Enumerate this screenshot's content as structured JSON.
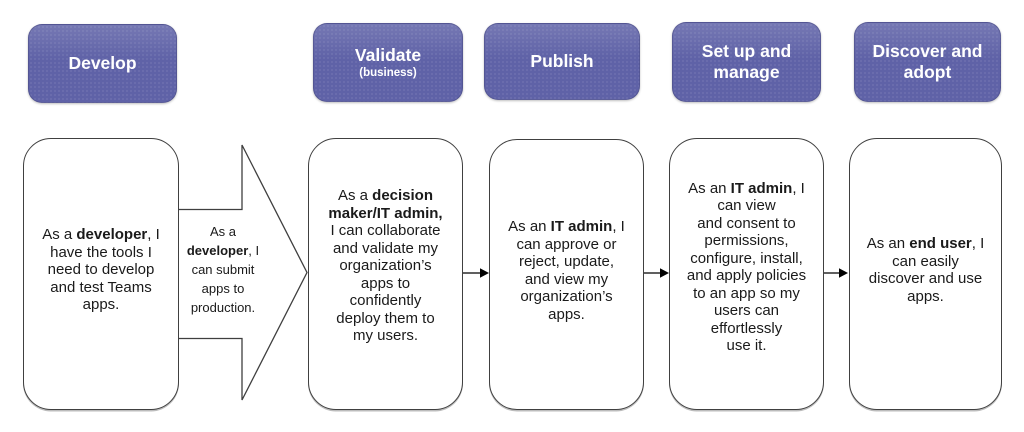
{
  "colors": {
    "stage_purple": "#5f62a7",
    "card_border": "#404040",
    "arrow_stroke": "#3f3f3f",
    "text": "#1a1a1a",
    "header_text": "#ffffff"
  },
  "stages": [
    {
      "header": "Develop",
      "subheader": "",
      "body": [
        {
          "text": "As a ",
          "bold": false
        },
        {
          "text": "developer",
          "bold": true
        },
        {
          "text": ", I\nhave the tools I\nneed to develop\nand test Teams\napps.",
          "bold": false
        }
      ]
    },
    {
      "header": "Validate",
      "subheader": "(business)",
      "body": [
        {
          "text": "As a ",
          "bold": false
        },
        {
          "text": "decision\nmaker/IT admin,",
          "bold": true
        },
        {
          "text": "\nI can collaborate\nand validate my\norganization’s\napps to\nconfidently\ndeploy them to\nmy users.",
          "bold": false
        }
      ]
    },
    {
      "header": "Publish",
      "subheader": "",
      "body": [
        {
          "text": "As an ",
          "bold": false
        },
        {
          "text": "IT admin",
          "bold": true
        },
        {
          "text": ", I\ncan approve or\nreject, update,\nand view my\norganization’s\napps.",
          "bold": false
        }
      ]
    },
    {
      "header": "Set up and manage",
      "subheader": "",
      "body": [
        {
          "text": "As an ",
          "bold": false
        },
        {
          "text": "IT admin",
          "bold": true
        },
        {
          "text": ", I\ncan view\nand consent to\npermissions,\nconfigure, install,\nand apply policies\nto an app so my\nusers can\neffortlessly\nuse it.",
          "bold": false
        }
      ]
    },
    {
      "header": "Discover and adopt",
      "subheader": "",
      "body": [
        {
          "text": "As an ",
          "bold": false
        },
        {
          "text": "end user",
          "bold": true
        },
        {
          "text": ", I\ncan easily\ndiscover and use\napps.",
          "bold": false
        }
      ]
    }
  ],
  "block_arrow_label": [
    {
      "text": "As a\n",
      "bold": false
    },
    {
      "text": "developer",
      "bold": true
    },
    {
      "text": ", I\ncan submit\napps to\nproduction.",
      "bold": false
    }
  ]
}
